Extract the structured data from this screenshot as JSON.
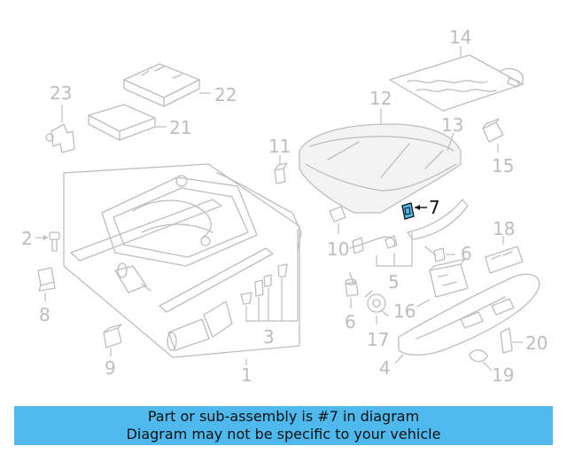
{
  "callouts": {
    "c1": "1",
    "c2": "2",
    "c3": "3",
    "c4": "4",
    "c5": "5",
    "c6a": "6",
    "c6b": "6",
    "c7": "7",
    "c8": "8",
    "c9": "9",
    "c10": "10",
    "c11": "11",
    "c12": "12",
    "c13": "13",
    "c14": "14",
    "c15": "15",
    "c16": "16",
    "c17": "17",
    "c18": "18",
    "c19": "19",
    "c20": "20",
    "c21": "21",
    "c22": "22",
    "c23": "23"
  },
  "highlighted_part": "7",
  "colors": {
    "highlight": "#111111",
    "highlight_part_fill": "#4fb9ee",
    "line_gray": "#bdbdbd",
    "banner": "#4fb9ee"
  },
  "banner": {
    "line1": "Part or sub-assembly is #7 in diagram",
    "line2": "Diagram may not be specific to your vehicle"
  }
}
